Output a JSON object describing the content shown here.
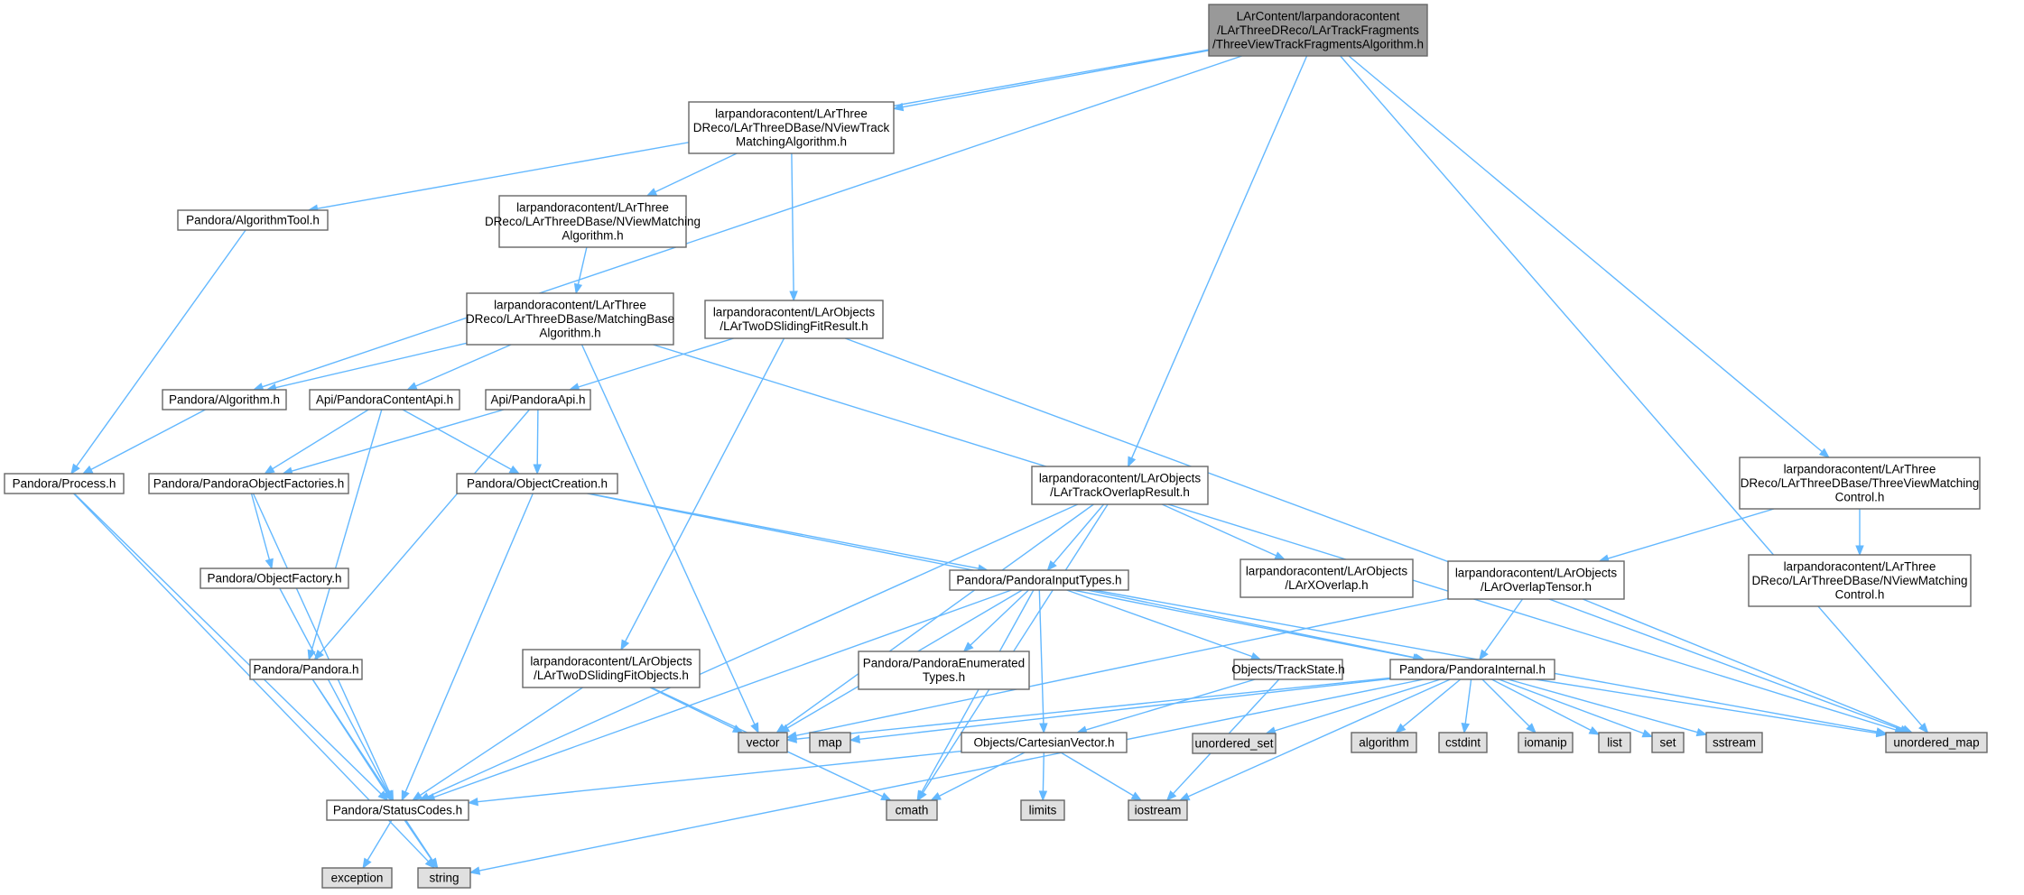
{
  "theme": {
    "edge_color": "#63b8ff",
    "focus_fill": "#999999",
    "node_fill": "#ffffff",
    "system_fill": "#e0e0e0",
    "border": "#666666"
  },
  "nodes": [
    {
      "id": "root",
      "lines": [
        "LArContent/larpandoracontent",
        "/LArThreeDReco/LArTrackFragments",
        "/ThreeViewTrackFragmentsAlgorithm.h"
      ],
      "kind": "focus"
    },
    {
      "id": "nviewtrack",
      "lines": [
        "larpandoracontent/LArThree",
        "DReco/LArThreeDBase/NViewTrack",
        "MatchingAlgorithm.h"
      ],
      "kind": "file"
    },
    {
      "id": "algtool",
      "lines": [
        "Pandora/AlgorithmTool.h"
      ],
      "kind": "file"
    },
    {
      "id": "nviewmatch",
      "lines": [
        "larpandoracontent/LArThree",
        "DReco/LArThreeDBase/NViewMatching",
        "Algorithm.h"
      ],
      "kind": "file"
    },
    {
      "id": "matchbase",
      "lines": [
        "larpandoracontent/LArThree",
        "DReco/LArThreeDBase/MatchingBase",
        "Algorithm.h"
      ],
      "kind": "file"
    },
    {
      "id": "slidingres",
      "lines": [
        "larpandoracontent/LArObjects",
        "/LArTwoDSlidingFitResult.h"
      ],
      "kind": "file"
    },
    {
      "id": "algorithm_h",
      "lines": [
        "Pandora/Algorithm.h"
      ],
      "kind": "file"
    },
    {
      "id": "contentapi",
      "lines": [
        "Api/PandoraContentApi.h"
      ],
      "kind": "file"
    },
    {
      "id": "pandoraapi",
      "lines": [
        "Api/PandoraApi.h"
      ],
      "kind": "file"
    },
    {
      "id": "process",
      "lines": [
        "Pandora/Process.h"
      ],
      "kind": "file"
    },
    {
      "id": "objfactories",
      "lines": [
        "Pandora/PandoraObjectFactories.h"
      ],
      "kind": "file"
    },
    {
      "id": "objcreation",
      "lines": [
        "Pandora/ObjectCreation.h"
      ],
      "kind": "file"
    },
    {
      "id": "trackoverlap",
      "lines": [
        "larpandoracontent/LArObjects",
        "/LArTrackOverlapResult.h"
      ],
      "kind": "file"
    },
    {
      "id": "threeviewctrl",
      "lines": [
        "larpandoracontent/LArThree",
        "DReco/LArThreeDBase/ThreeViewMatching",
        "Control.h"
      ],
      "kind": "file"
    },
    {
      "id": "objfactory",
      "lines": [
        "Pandora/ObjectFactory.h"
      ],
      "kind": "file"
    },
    {
      "id": "xoverlap",
      "lines": [
        "larpandoracontent/LArObjects",
        "/LArXOverlap.h"
      ],
      "kind": "file"
    },
    {
      "id": "inputtypes",
      "lines": [
        "Pandora/PandoraInputTypes.h"
      ],
      "kind": "file"
    },
    {
      "id": "overlaptensor",
      "lines": [
        "larpandoracontent/LArObjects",
        "/LArOverlapTensor.h"
      ],
      "kind": "file"
    },
    {
      "id": "nviewctrl",
      "lines": [
        "larpandoracontent/LArThree",
        "DReco/LArThreeDBase/NViewMatching",
        "Control.h"
      ],
      "kind": "file"
    },
    {
      "id": "pandora_h",
      "lines": [
        "Pandora/Pandora.h"
      ],
      "kind": "file"
    },
    {
      "id": "slidingobj",
      "lines": [
        "larpandoracontent/LArObjects",
        "/LArTwoDSlidingFitObjects.h"
      ],
      "kind": "file"
    },
    {
      "id": "enumtypes",
      "lines": [
        "Pandora/PandoraEnumerated",
        "Types.h"
      ],
      "kind": "file"
    },
    {
      "id": "trackstate",
      "lines": [
        "Objects/TrackState.h"
      ],
      "kind": "file"
    },
    {
      "id": "internal",
      "lines": [
        "Pandora/PandoraInternal.h"
      ],
      "kind": "file"
    },
    {
      "id": "vector",
      "lines": [
        "vector"
      ],
      "kind": "system"
    },
    {
      "id": "map",
      "lines": [
        "map"
      ],
      "kind": "system"
    },
    {
      "id": "cartesian",
      "lines": [
        "Objects/CartesianVector.h"
      ],
      "kind": "file"
    },
    {
      "id": "unordered_set",
      "lines": [
        "unordered_set"
      ],
      "kind": "system"
    },
    {
      "id": "algorithm",
      "lines": [
        "algorithm"
      ],
      "kind": "system"
    },
    {
      "id": "cstdint",
      "lines": [
        "cstdint"
      ],
      "kind": "system"
    },
    {
      "id": "iomanip",
      "lines": [
        "iomanip"
      ],
      "kind": "system"
    },
    {
      "id": "list",
      "lines": [
        "list"
      ],
      "kind": "system"
    },
    {
      "id": "set",
      "lines": [
        "set"
      ],
      "kind": "system"
    },
    {
      "id": "sstream",
      "lines": [
        "sstream"
      ],
      "kind": "system"
    },
    {
      "id": "unordered_map",
      "lines": [
        "unordered_map"
      ],
      "kind": "system"
    },
    {
      "id": "statuscodes",
      "lines": [
        "Pandora/StatusCodes.h"
      ],
      "kind": "file"
    },
    {
      "id": "cmath",
      "lines": [
        "cmath"
      ],
      "kind": "system"
    },
    {
      "id": "limits",
      "lines": [
        "limits"
      ],
      "kind": "system"
    },
    {
      "id": "iostream",
      "lines": [
        "iostream"
      ],
      "kind": "system"
    },
    {
      "id": "exception",
      "lines": [
        "exception"
      ],
      "kind": "system"
    },
    {
      "id": "string",
      "lines": [
        "string"
      ],
      "kind": "system"
    }
  ],
  "edges": [
    [
      "root",
      "nviewtrack"
    ],
    [
      "root",
      "algtool"
    ],
    [
      "root",
      "algorithm_h"
    ],
    [
      "root",
      "trackoverlap"
    ],
    [
      "root",
      "threeviewctrl"
    ],
    [
      "root",
      "unordered_map"
    ],
    [
      "nviewtrack",
      "nviewmatch"
    ],
    [
      "nviewtrack",
      "slidingres"
    ],
    [
      "nviewmatch",
      "matchbase"
    ],
    [
      "matchbase",
      "algorithm_h"
    ],
    [
      "matchbase",
      "contentapi"
    ],
    [
      "matchbase",
      "vector"
    ],
    [
      "matchbase",
      "unordered_map"
    ],
    [
      "slidingres",
      "pandoraapi"
    ],
    [
      "slidingres",
      "slidingobj"
    ],
    [
      "slidingres",
      "unordered_map"
    ],
    [
      "algtool",
      "process"
    ],
    [
      "algorithm_h",
      "process"
    ],
    [
      "contentapi",
      "objfactories"
    ],
    [
      "contentapi",
      "objcreation"
    ],
    [
      "contentapi",
      "pandora_h"
    ],
    [
      "pandoraapi",
      "objfactories"
    ],
    [
      "pandoraapi",
      "objcreation"
    ],
    [
      "pandoraapi",
      "pandora_h"
    ],
    [
      "process",
      "statuscodes"
    ],
    [
      "process",
      "string"
    ],
    [
      "objfactories",
      "objfactory"
    ],
    [
      "objfactories",
      "statuscodes"
    ],
    [
      "objfactory",
      "statuscodes"
    ],
    [
      "objcreation",
      "inputtypes"
    ],
    [
      "objcreation",
      "internal"
    ],
    [
      "objcreation",
      "statuscodes"
    ],
    [
      "trackoverlap",
      "statuscodes"
    ],
    [
      "trackoverlap",
      "inputtypes"
    ],
    [
      "trackoverlap",
      "xoverlap"
    ],
    [
      "trackoverlap",
      "vector"
    ],
    [
      "trackoverlap",
      "cmath"
    ],
    [
      "threeviewctrl",
      "nviewctrl"
    ],
    [
      "threeviewctrl",
      "overlaptensor"
    ],
    [
      "overlaptensor",
      "internal"
    ],
    [
      "overlaptensor",
      "vector"
    ],
    [
      "overlaptensor",
      "unordered_map"
    ],
    [
      "inputtypes",
      "enumtypes"
    ],
    [
      "inputtypes",
      "trackstate"
    ],
    [
      "inputtypes",
      "internal"
    ],
    [
      "inputtypes",
      "statuscodes"
    ],
    [
      "inputtypes",
      "vector"
    ],
    [
      "inputtypes",
      "cmath"
    ],
    [
      "inputtypes",
      "unordered_map"
    ],
    [
      "inputtypes",
      "cartesian"
    ],
    [
      "pandora_h",
      "statuscodes"
    ],
    [
      "pandora_h",
      "string"
    ],
    [
      "slidingobj",
      "statuscodes"
    ],
    [
      "slidingobj",
      "vector"
    ],
    [
      "slidingobj",
      "cmath"
    ],
    [
      "trackstate",
      "cartesian"
    ],
    [
      "trackstate",
      "iostream"
    ],
    [
      "internal",
      "vector"
    ],
    [
      "internal",
      "map"
    ],
    [
      "internal",
      "unordered_set"
    ],
    [
      "internal",
      "algorithm"
    ],
    [
      "internal",
      "cstdint"
    ],
    [
      "internal",
      "iomanip"
    ],
    [
      "internal",
      "list"
    ],
    [
      "internal",
      "set"
    ],
    [
      "internal",
      "sstream"
    ],
    [
      "internal",
      "unordered_map"
    ],
    [
      "internal",
      "iostream"
    ],
    [
      "internal",
      "string"
    ],
    [
      "cartesian",
      "statuscodes"
    ],
    [
      "cartesian",
      "cmath"
    ],
    [
      "cartesian",
      "limits"
    ],
    [
      "cartesian",
      "iostream"
    ],
    [
      "statuscodes",
      "exception"
    ],
    [
      "statuscodes",
      "string"
    ]
  ]
}
